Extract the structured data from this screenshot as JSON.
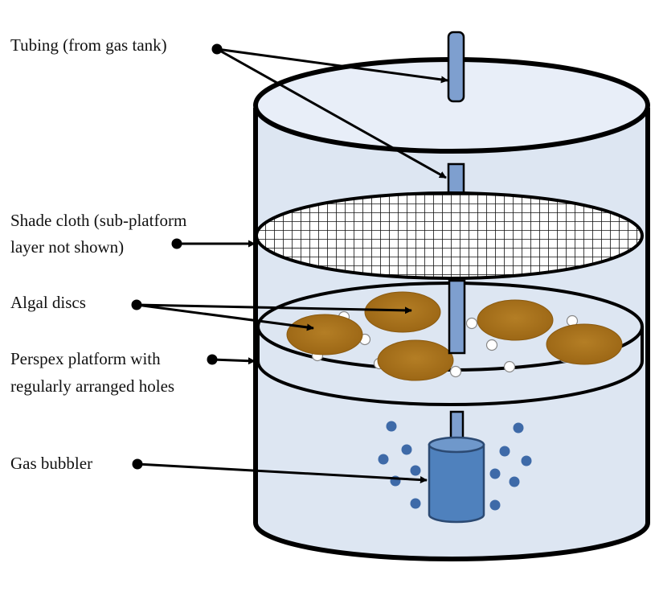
{
  "labels": {
    "tubing": "Tubing (from gas tank)",
    "shade_cloth_line1": "Shade cloth (sub-platform",
    "shade_cloth_line2": "layer not shown)",
    "algal_discs": "Algal discs",
    "perspex_line1": "Perspex platform with",
    "perspex_line2": "regularly arranged holes",
    "gas_bubbler": "Gas bubbler"
  },
  "colors": {
    "water": "#dde6f2",
    "top_face": "#e8eef8",
    "tube": "#7e9fcf",
    "bubbler": "#4f81bd",
    "bubbles": "#3e6aa8",
    "algae": "#a97019",
    "outline": "#000000"
  }
}
